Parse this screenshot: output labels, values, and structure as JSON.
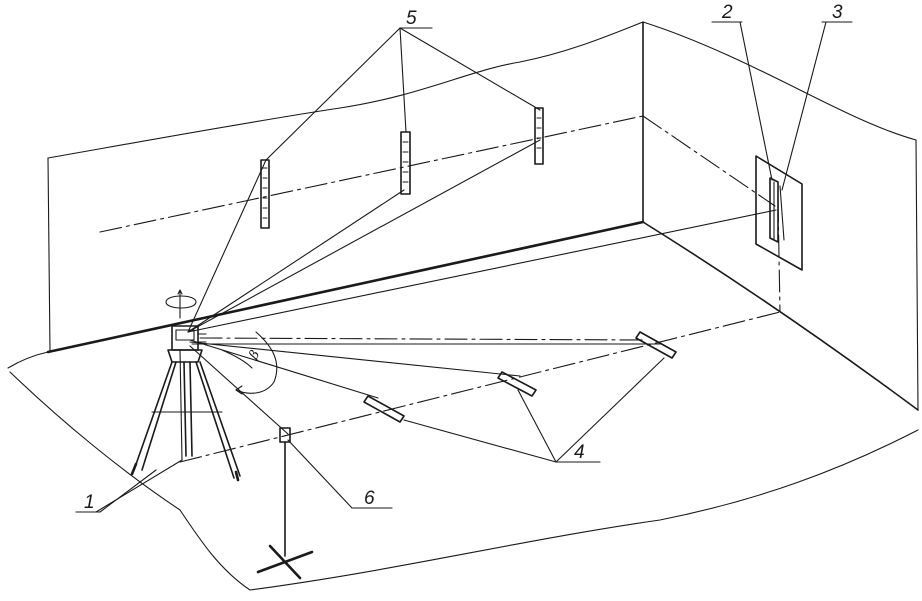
{
  "diagram": {
    "callouts": [
      {
        "id": "theodolite",
        "text": "1"
      },
      {
        "id": "wall-plate",
        "text": "2"
      },
      {
        "id": "wall-scale",
        "text": "3"
      },
      {
        "id": "floor-rulers",
        "text": "4"
      },
      {
        "id": "wall-rods",
        "text": "5"
      },
      {
        "id": "target-stand",
        "text": "6"
      }
    ],
    "angle_symbol": "β",
    "ink_color": "#1a1a1a",
    "paper_color": "#ffffff"
  }
}
